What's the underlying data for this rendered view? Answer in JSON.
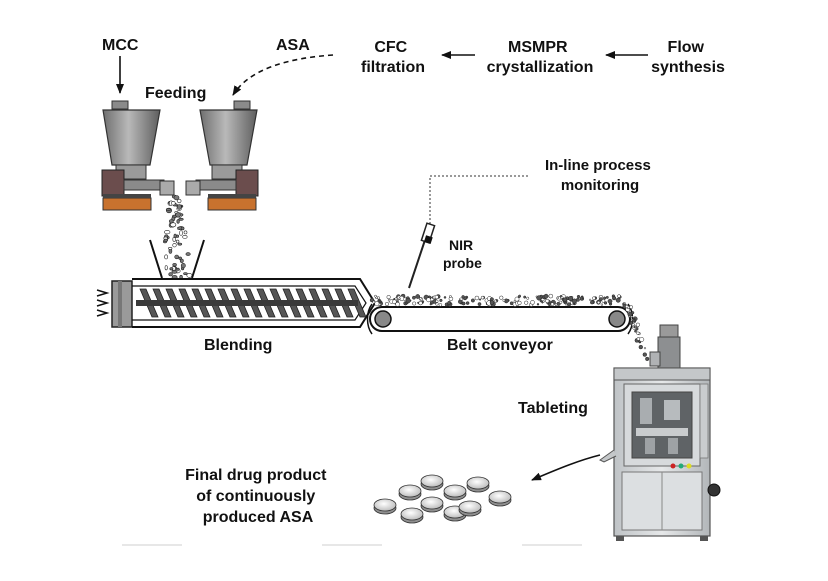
{
  "labels": {
    "mcc": "MCC",
    "asa": "ASA",
    "cfc_line1": "CFC",
    "cfc_line2": "filtration",
    "msmpr_line1": "MSMPR",
    "msmpr_line2": "crystallization",
    "flow_line1": "Flow",
    "flow_line2": "synthesis",
    "feeding": "Feeding",
    "monitoring_line1": "In-line process",
    "monitoring_line2": "monitoring",
    "nir_line1": "NIR",
    "nir_line2": "probe",
    "blending": "Blending",
    "belt_conveyor": "Belt conveyor",
    "tableting": "Tableting",
    "final_line1": "Final drug product",
    "final_line2": "of continuously",
    "final_line3": "produced ASA"
  },
  "colors": {
    "ink": "#111111",
    "hopper": "#8c8c8c",
    "feeder_base": "#c8722e",
    "screw": "#555555",
    "machine": "#cfd2d4"
  }
}
